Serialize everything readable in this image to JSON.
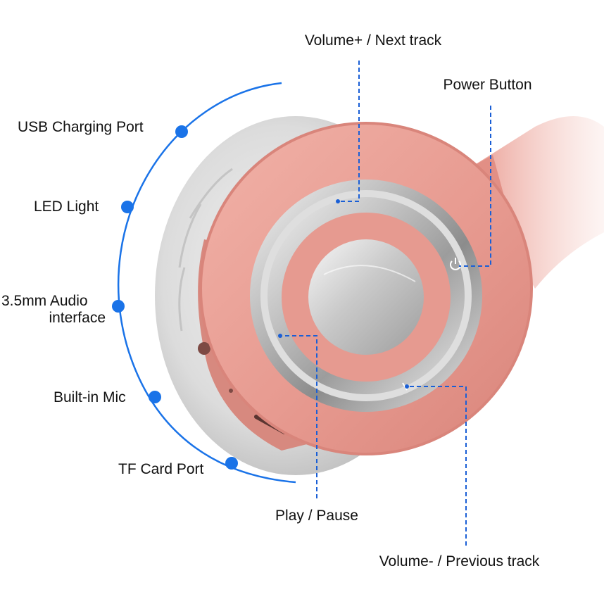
{
  "colors": {
    "accent": "#1a73e8",
    "callout_line": "#1a5fd6",
    "shell_pink": "#e9a097",
    "cushion_grey": "#d9d9d9",
    "metal_silver": "#c8c8c8"
  },
  "labels": {
    "volume_up": "Volume+ / Next track",
    "power": "Power Button",
    "usb": "USB Charging Port",
    "led": "LED Light",
    "audio_line1": "3.5mm Audio",
    "audio_line2": "interface",
    "mic": "Built-in Mic",
    "tf": "TF Card Port",
    "play": "Play / Pause",
    "volume_down": "Volume- / Previous track"
  },
  "icons": {
    "power": "power-icon"
  }
}
